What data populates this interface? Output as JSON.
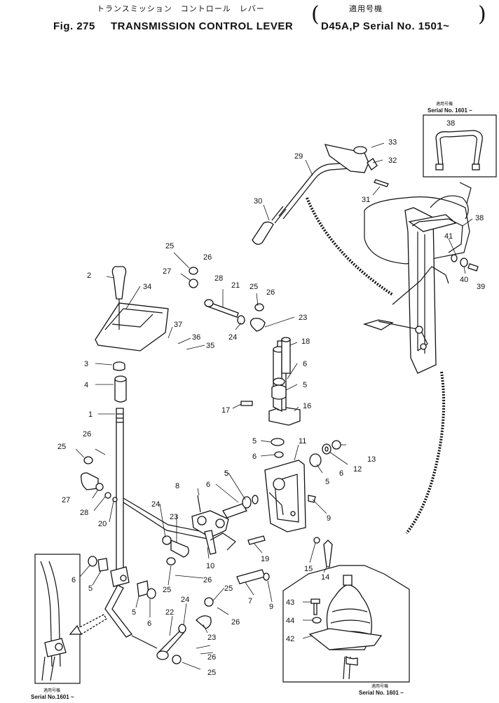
{
  "header": {
    "title_jp": "トランスミッション　コントロール　レバー",
    "applicable_jp": "適用号機",
    "fig_label": "Fig. 275",
    "title_en": "TRANSMISSION CONTROL LEVER",
    "applicable_en": "D45A,P Serial No. 1501~"
  },
  "insets": {
    "top_right": {
      "applic_jp": "適用号機",
      "serial": "Serial No. 1601 ~"
    },
    "bottom_left": {
      "applic_jp": "適用号機",
      "serial": "Serial No.1601 ~"
    },
    "bottom_right": {
      "applic_jp": "適用号機",
      "serial": "Serial No. 1601 ~"
    }
  },
  "callouts": [
    {
      "label": "33"
    },
    {
      "label": "32"
    },
    {
      "label": "29"
    },
    {
      "label": "31"
    },
    {
      "label": "30"
    },
    {
      "label": "38"
    },
    {
      "label": "38"
    },
    {
      "label": "41"
    },
    {
      "label": "40"
    },
    {
      "label": "39"
    },
    {
      "label": "25"
    },
    {
      "label": "26"
    },
    {
      "label": "2"
    },
    {
      "label": "27"
    },
    {
      "label": "28"
    },
    {
      "label": "21"
    },
    {
      "label": "34"
    },
    {
      "label": "25"
    },
    {
      "label": "26"
    },
    {
      "label": "24"
    },
    {
      "label": "23"
    },
    {
      "label": "37"
    },
    {
      "label": "36"
    },
    {
      "label": "35"
    },
    {
      "label": "18"
    },
    {
      "label": "3"
    },
    {
      "label": "6"
    },
    {
      "label": "4"
    },
    {
      "label": "5"
    },
    {
      "label": "17"
    },
    {
      "label": "16"
    },
    {
      "label": "1"
    },
    {
      "label": "26"
    },
    {
      "label": "25"
    },
    {
      "label": "5"
    },
    {
      "label": "11"
    },
    {
      "label": "6"
    },
    {
      "label": "13"
    },
    {
      "label": "12"
    },
    {
      "label": "6"
    },
    {
      "label": "5"
    },
    {
      "label": "5"
    },
    {
      "label": "27"
    },
    {
      "label": "8"
    },
    {
      "label": "6"
    },
    {
      "label": "5"
    },
    {
      "label": "28"
    },
    {
      "label": "9"
    },
    {
      "label": "20"
    },
    {
      "label": "24"
    },
    {
      "label": "23"
    },
    {
      "label": "10"
    },
    {
      "label": "19"
    },
    {
      "label": "15"
    },
    {
      "label": "6"
    },
    {
      "label": "5"
    },
    {
      "label": "14"
    },
    {
      "label": "25"
    },
    {
      "label": "26"
    },
    {
      "label": "7"
    },
    {
      "label": "25"
    },
    {
      "label": "9"
    },
    {
      "label": "5"
    },
    {
      "label": "6"
    },
    {
      "label": "24"
    },
    {
      "label": "26"
    },
    {
      "label": "22"
    },
    {
      "label": "23"
    },
    {
      "label": "43"
    },
    {
      "label": "44"
    },
    {
      "label": "42"
    },
    {
      "label": "26"
    },
    {
      "label": "25"
    }
  ]
}
